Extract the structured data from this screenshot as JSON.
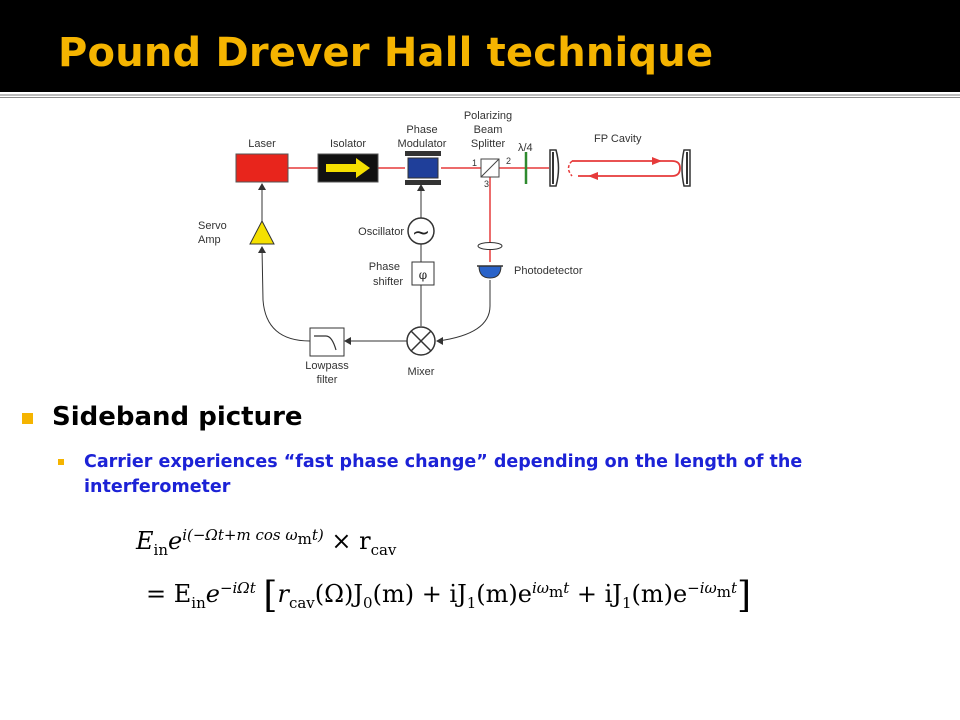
{
  "slide": {
    "title": "Pound Drever Hall technique",
    "bullet": "Sideband picture",
    "subbullet": "Carrier experiences “fast phase change” depending on the length of the interferometer"
  },
  "diagram": {
    "labels": {
      "laser": "Laser",
      "isolator": "Isolator",
      "phase_modulator_1": "Phase",
      "phase_modulator_2": "Modulator",
      "pbs_1": "Polarizing",
      "pbs_2": "Beam",
      "pbs_3": "Splitter",
      "port_1": "1",
      "port_2": "2",
      "port_3": "3",
      "waveplate": "λ/4",
      "fp_cavity": "FP Cavity",
      "servo_1": "Servo",
      "servo_2": "Amp",
      "oscillator": "Oscillator",
      "phase_shifter_1": "Phase",
      "phase_shifter_2": "shifter",
      "photodetector": "Photodetector",
      "lowpass_1": "Lowpass",
      "lowpass_2": "filter",
      "mixer": "Mixer",
      "tilde": "~",
      "phi": "φ"
    },
    "colors": {
      "beam": "#e63a3a",
      "laser": "#e8251c",
      "isolator_arrow": "#f5e000",
      "modulator": "#1f3f9a",
      "servo_amp": "#f5e000",
      "photodetector": "#2a63c9",
      "waveplate": "#2e8a2e"
    }
  },
  "equations": {
    "line1": {
      "E": "E",
      "in": "in",
      "e": "e",
      "exp": "i(−Ωt+m cos ω",
      "exp_sub": "m",
      "exp_end": "t)",
      "times": "× r",
      "cav": "cav"
    },
    "line2": {
      "eq": "= E",
      "in": "in",
      "e": "e",
      "exp": "−iΩt",
      "lb": "[",
      "r": "r",
      "cav": "cav",
      "mid1": "(Ω)J",
      "j0": "0",
      "mid2": "(m) + iJ",
      "j1a": "1",
      "mid3": "(m)e",
      "exp2": "iω",
      "exp2_sub": "m",
      "exp2_end": "t",
      "mid4": " + iJ",
      "j1b": "1",
      "mid5": "(m)e",
      "exp3": "−iω",
      "exp3_sub": "m",
      "exp3_end": "t",
      "rb": "]"
    }
  }
}
